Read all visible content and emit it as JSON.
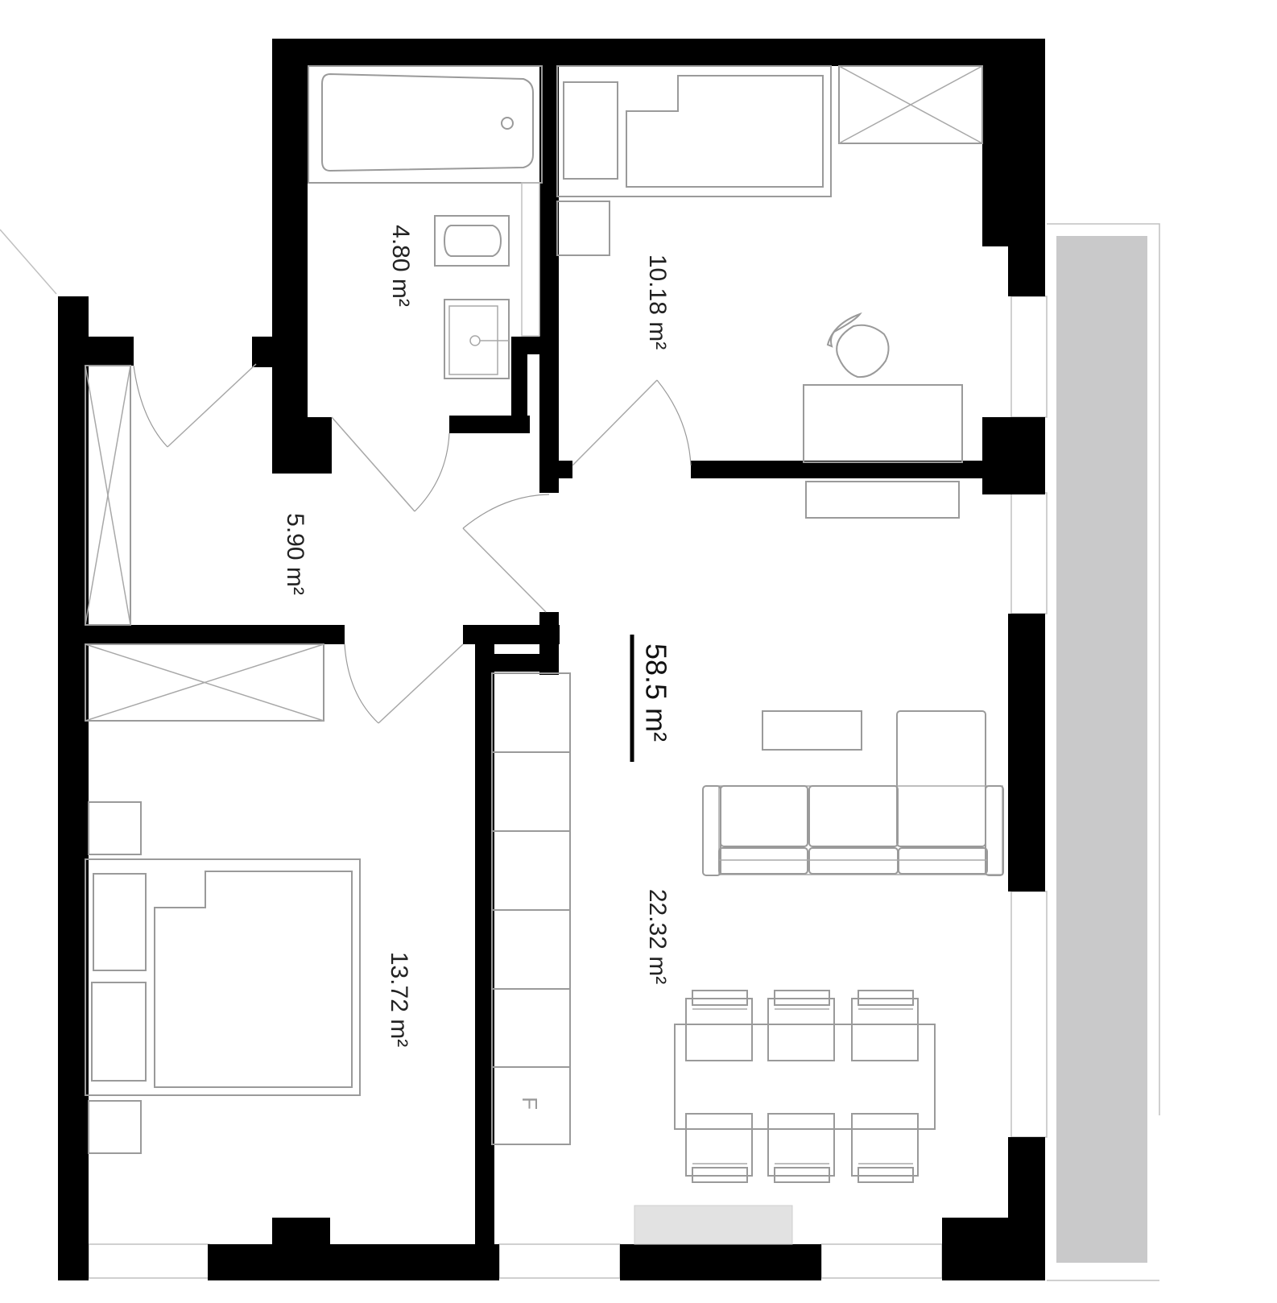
{
  "colors": {
    "wall": "#000000",
    "furniture": "#9a9a9a",
    "balcony": "#c9c9ca",
    "radiator": "#e2e2e2"
  },
  "total_area": "58.5 m²",
  "rooms": {
    "bathroom": {
      "area": "4.80 m²"
    },
    "study": {
      "area": "10.18 m²"
    },
    "hall": {
      "area": "5.90 m²"
    },
    "bedroom": {
      "area": "13.72 m²"
    },
    "living": {
      "area": "22.32 m²"
    }
  },
  "fridge_label": "F"
}
